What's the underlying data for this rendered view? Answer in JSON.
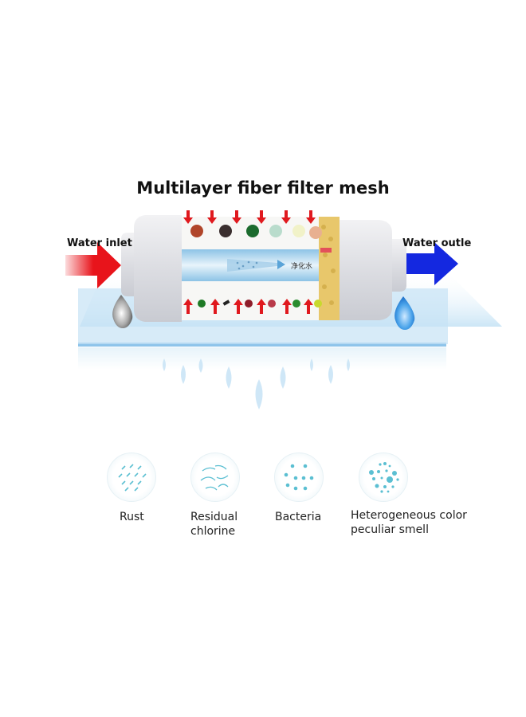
{
  "title": "Multilayer fiber filter mesh",
  "labels": {
    "inlet": "Water inlet",
    "outlet": "Water outle",
    "tube_text": "净化水"
  },
  "colors": {
    "inlet_arrow": "#e8141b",
    "outlet_arrow": "#1428e0",
    "tube_blue": "#a9d2ee",
    "panel_blue": "#bfe0f4",
    "icon_dot": "#5bbfd2",
    "red_arrows": "#e0191e"
  },
  "contaminants": [
    {
      "name": "rust-icon",
      "label_line1": "Rust",
      "label_line2": ""
    },
    {
      "name": "residual-chlorine-icon",
      "label_line1": "Residual",
      "label_line2": "chlorine"
    },
    {
      "name": "bacteria-icon",
      "label_line1": "Bacteria",
      "label_line2": ""
    },
    {
      "name": "color-smell-icon",
      "label_line1": "Heterogeneous color",
      "label_line2": "peculiar smell"
    }
  ]
}
